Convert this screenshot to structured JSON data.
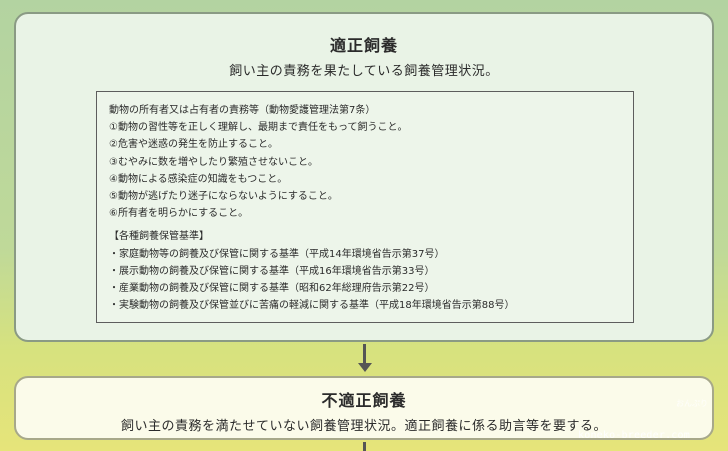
{
  "top_box": {
    "title": "適正飼養",
    "subtitle": "飼い主の責務を果たしている飼養管理状況。",
    "duties_heading": "動物の所有者又は占有者の責務等（動物愛護管理法第7条）",
    "duties": [
      "①動物の習性等を正しく理解し、最期まで責任をもって飼うこと。",
      "②危害や迷惑の発生を防止すること。",
      "③むやみに数を増やしたり繁殖させないこと。",
      "④動物による感染症の知識をもつこと。",
      "⑤動物が逃げたり迷子にならないようにすること。",
      "⑥所有者を明らかにすること。"
    ],
    "standards_heading": "【各種飼養保管基準】",
    "standards": [
      "・家庭動物等の飼養及び保管に関する基準（平成14年環境省告示第37号）",
      "・展示動物の飼養及び保管に関する基準（平成16年環境省告示第33号）",
      "・産業動物の飼養及び保管に関する基準（昭和62年総理府告示第22号）",
      "・実験動物の飼養及び保管並びに苦痛の軽減に関する基準（平成18年環境省告示第88号）"
    ]
  },
  "bottom_box": {
    "title": "不適正飼養",
    "subtitle": "飼い主の責務を満たせていない飼養管理状況。適正飼養に係る助言等を要する。"
  },
  "watermark": {
    "small": "おんぷり",
    "url": "koneko-breeder.com"
  }
}
